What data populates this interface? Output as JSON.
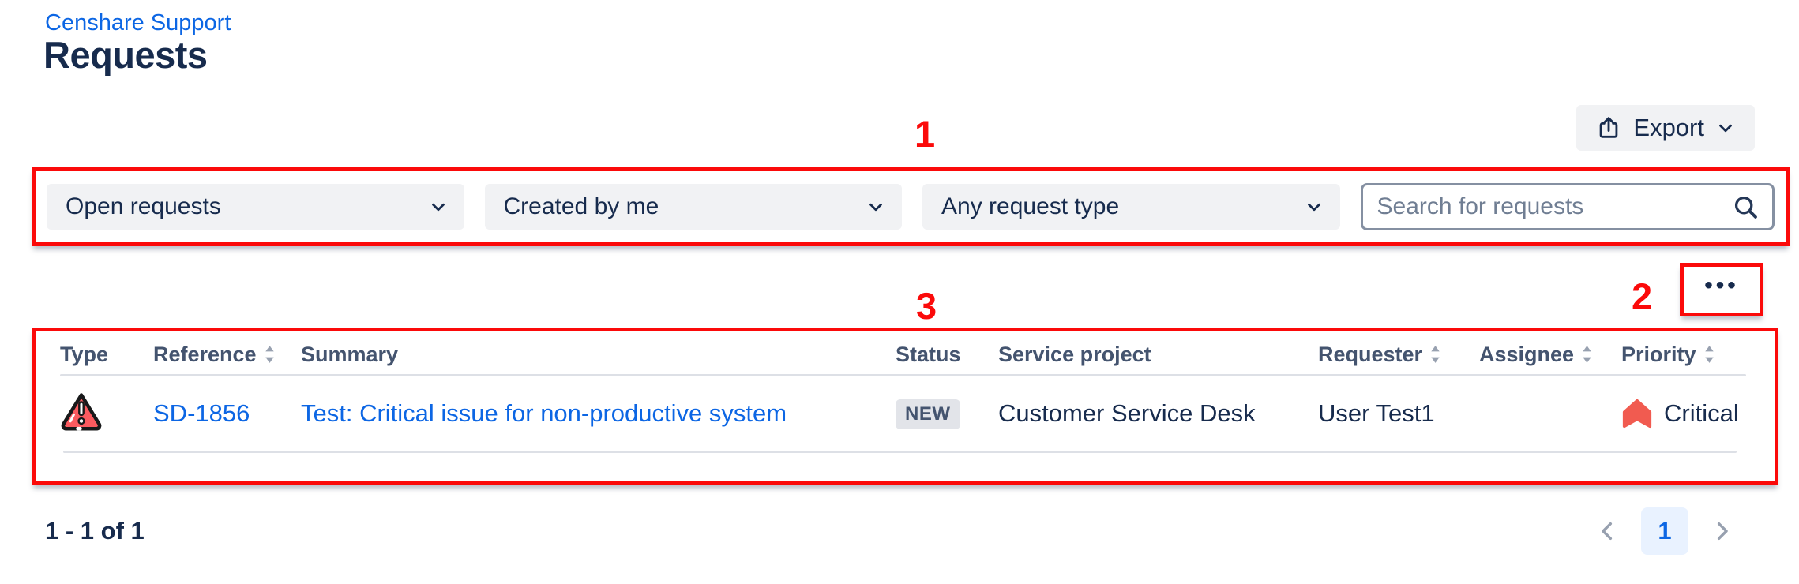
{
  "page": {
    "breadcrumb": "Censhare Support",
    "title": "Requests"
  },
  "toolbar": {
    "export_label": "Export",
    "more_options_label": "•••"
  },
  "annotations": {
    "one": "1",
    "two": "2",
    "three": "3",
    "color": "#FB0A0A"
  },
  "filters": {
    "status_filter_value": "Open requests",
    "owner_filter_value": "Created by me",
    "type_filter_value": "Any request type",
    "search_placeholder": "Search for requests",
    "search_value": ""
  },
  "table": {
    "headers": [
      "Type",
      "Reference",
      "Summary",
      "Status",
      "Service project",
      "Requester",
      "Assignee",
      "Priority"
    ],
    "sortable_columns": [
      "Reference",
      "Requester",
      "Assignee",
      "Priority"
    ],
    "rows": [
      {
        "type_icon": "warning-triangle-icon",
        "reference": "SD-1856",
        "summary": "Test: Critical issue for non-productive system",
        "status": "NEW",
        "service_project": "Customer Service Desk",
        "requester": "User Test1",
        "assignee": "",
        "priority": "Critical",
        "priority_icon": "critical-priority-arrow-icon"
      }
    ]
  },
  "pagination": {
    "range_text": "1 - 1 of 1",
    "current_page": "1"
  },
  "icons": {
    "export": "share-export-icon",
    "dropdown": "chevron-down-icon",
    "search": "magnifier-icon",
    "more": "ellipsis-icon",
    "sort": "sort-arrows-icon",
    "prev": "chevron-left-icon",
    "next": "chevron-right-icon"
  },
  "colors": {
    "link_blue": "#0C66E4",
    "text_navy": "#172B4D",
    "header_gray": "#44546F",
    "control_bg": "#F1F2F4",
    "badge_bg": "#E2E4E9",
    "divider": "#DDE0E6",
    "annotation_red": "#FB0A0A",
    "warning_red": "#FB5A5F",
    "critical_priority_red": "#F15B50",
    "page_active_bg": "#E9F2FF",
    "search_border": "#8590A2"
  }
}
